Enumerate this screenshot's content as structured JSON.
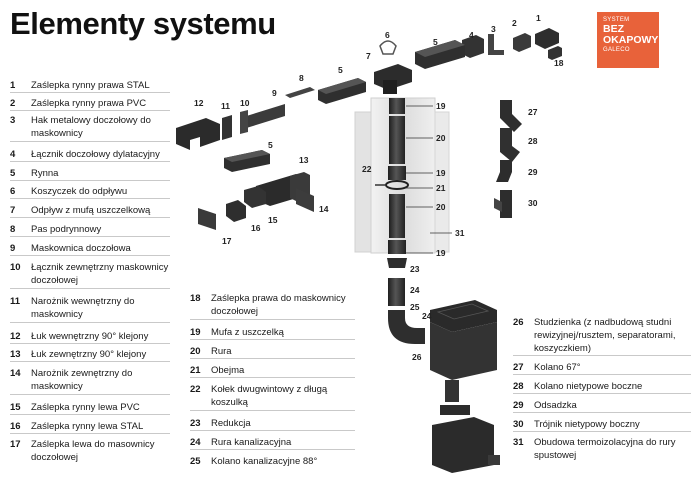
{
  "title": "Elementy systemu",
  "logo": {
    "line1": "SYSTEM",
    "line2": "BEZ",
    "line3": "OKAPOWY",
    "line4": "GALECO"
  },
  "colors": {
    "accent": "#e8623a",
    "part_dark": "#2e2e2e",
    "part_mid": "#4a4a4a",
    "insulation": "#e6e6e6"
  },
  "legend_left": [
    {
      "num": "1",
      "text": "Zaślepka rynny prawa STAL"
    },
    {
      "num": "2",
      "text": "Zaślepka rynny prawa PVC"
    },
    {
      "num": "3",
      "text": "Hak metalowy doczołowy do maskownicy"
    },
    {
      "num": "4",
      "text": "Łącznik doczołowy dylatacyjny"
    },
    {
      "num": "5",
      "text": "Rynna"
    },
    {
      "num": "6",
      "text": "Koszyczek do odpływu"
    },
    {
      "num": "7",
      "text": "Odpływ z mufą uszczelkową"
    },
    {
      "num": "8",
      "text": "Pas podrynnowy"
    },
    {
      "num": "9",
      "text": "Maskownica doczołowa"
    },
    {
      "num": "10",
      "text": "Łącznik zewnętrzny maskownicy doczołowej"
    },
    {
      "num": "11",
      "text": "Narożnik wewnętrzny do maskownicy"
    },
    {
      "num": "12",
      "text": "Łuk wewnętrzny 90° klejony"
    },
    {
      "num": "13",
      "text": "Łuk zewnętrzny 90° klejony"
    },
    {
      "num": "14",
      "text": "Narożnik zewnętrzny do maskownicy"
    },
    {
      "num": "15",
      "text": "Zaślepka rynny lewa PVC"
    },
    {
      "num": "16",
      "text": "Zaślepka rynny lewa STAL"
    },
    {
      "num": "17",
      "text": "Zaślepka lewa do masownicy doczołowej"
    }
  ],
  "legend_mid": [
    {
      "num": "18",
      "text": "Zaślepka prawa do maskownicy doczołowej"
    },
    {
      "num": "19",
      "text": "Mufa z uszczelką"
    },
    {
      "num": "20",
      "text": "Rura"
    },
    {
      "num": "21",
      "text": "Obejma"
    },
    {
      "num": "22",
      "text": "Kołek dwugwintowy z długą koszulką"
    },
    {
      "num": "23",
      "text": "Redukcja"
    },
    {
      "num": "24",
      "text": "Rura kanalizacyjna"
    },
    {
      "num": "25",
      "text": "Kolano kanalizacyjne 88°"
    }
  ],
  "legend_right": [
    {
      "num": "26",
      "text": "Studzienka (z nadbudową studni rewizyjnej/rusztem, separatorami, koszyczkiem)"
    },
    {
      "num": "27",
      "text": "Kolano 67°"
    },
    {
      "num": "28",
      "text": "Kolano nietypowe boczne"
    },
    {
      "num": "29",
      "text": "Odsadzka"
    },
    {
      "num": "30",
      "text": "Trójnik nietypowy boczny"
    },
    {
      "num": "31",
      "text": "Obudowa termoizolacyjna do rury spustowej"
    }
  ],
  "callouts": [
    "1",
    "2",
    "3",
    "4",
    "5",
    "6",
    "7",
    "8",
    "5",
    "9",
    "10",
    "11",
    "12",
    "5",
    "13",
    "14",
    "15",
    "16",
    "17",
    "18",
    "19",
    "20",
    "19",
    "21",
    "20",
    "19",
    "22",
    "23",
    "24",
    "24",
    "25",
    "26",
    "27",
    "28",
    "29",
    "30",
    "31"
  ]
}
